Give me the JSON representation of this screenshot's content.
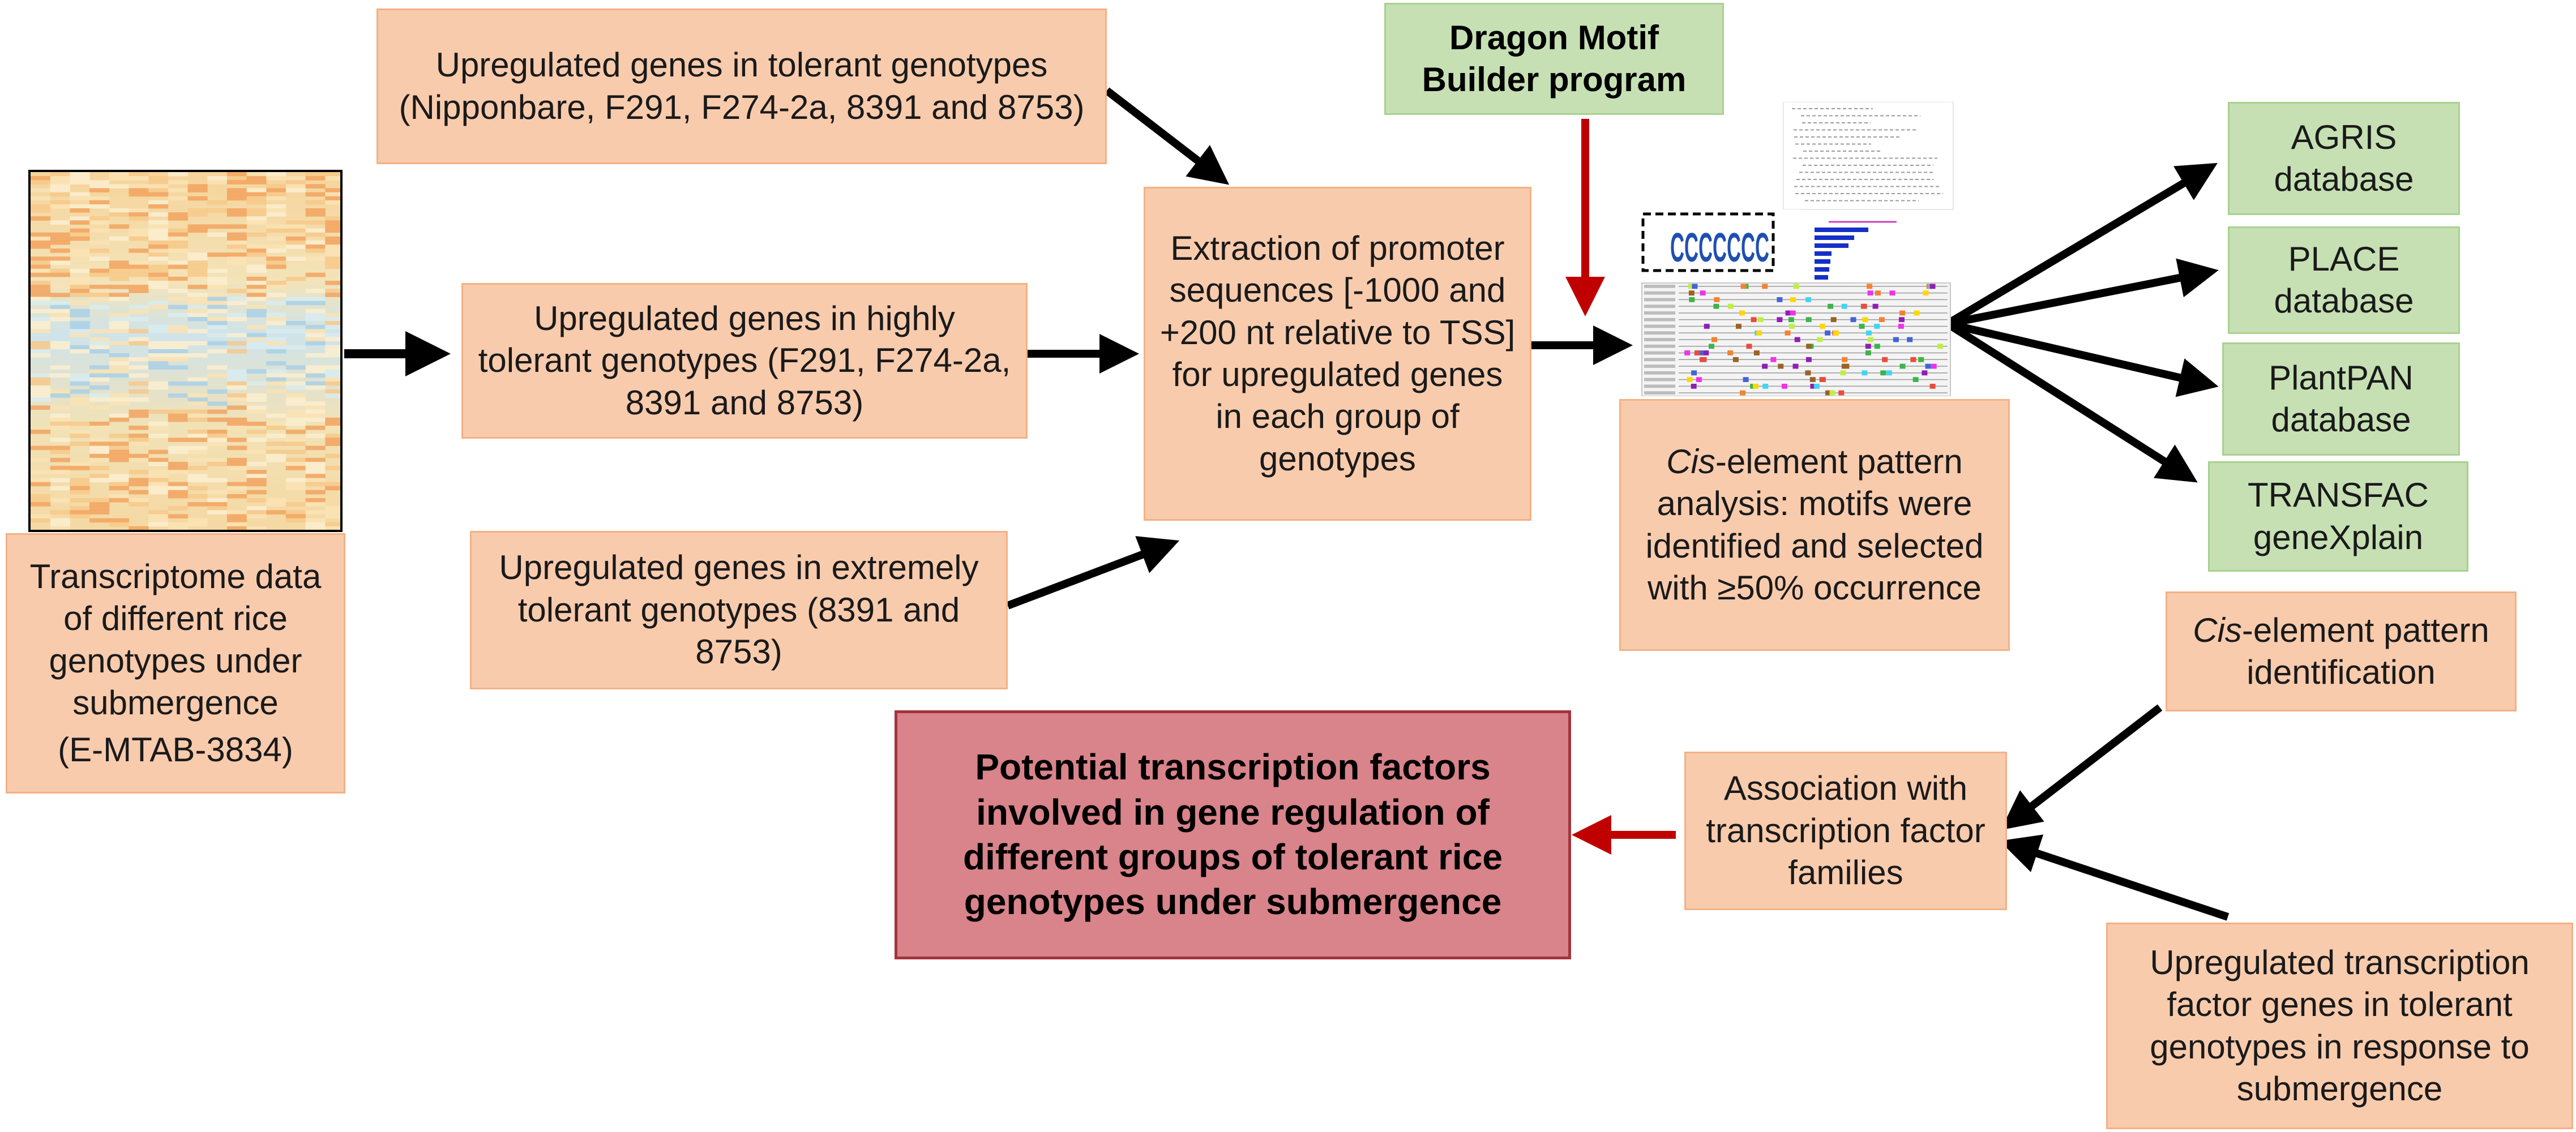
{
  "boxes": {
    "transcriptome": "Transcriptome data of different rice genotypes under submergence",
    "transcriptome_id": "(E-MTAB-3834)",
    "tolerant": "Upregulated genes in tolerant genotypes (Nipponbare, F291, F274-2a, 8391 and 8753)",
    "highly_tolerant": "Upregulated genes in highly tolerant genotypes (F291, F274-2a, 8391 and 8753)",
    "extremely_tolerant": "Upregulated genes in extremely tolerant genotypes (8391 and 8753)",
    "extraction": "Extraction of promoter sequences [-1000 and +200 nt relative to TSS] for upregulated genes in each group of genotypes",
    "dragon": "Dragon Motif Builder program",
    "cis_pattern_italic": "Cis",
    "cis_pattern_rest": "-element pattern analysis:  motifs were identified and selected with ≥50% occurrence",
    "agris": "AGRIS database",
    "place": "PLACE database",
    "plantpan": "PlantPAN database",
    "transfac": "TRANSFAC geneXplain",
    "cis_ident_italic": "Cis",
    "cis_ident_rest": "-element pattern identification",
    "association": "Association with transcription factor families",
    "upregulated_tf": "Upregulated transcription factor genes in tolerant genotypes in response to submergence",
    "potential": "Potential transcription factors involved in gene regulation of different groups of tolerant rice genotypes under submergence"
  },
  "motif_logo": "CCCCCCC",
  "colors": {
    "peach": "#f8cbad",
    "green": "#c6e0b4",
    "red_box": "#d9838b",
    "red_arrow": "#c00000",
    "black_arrow": "#000000"
  }
}
